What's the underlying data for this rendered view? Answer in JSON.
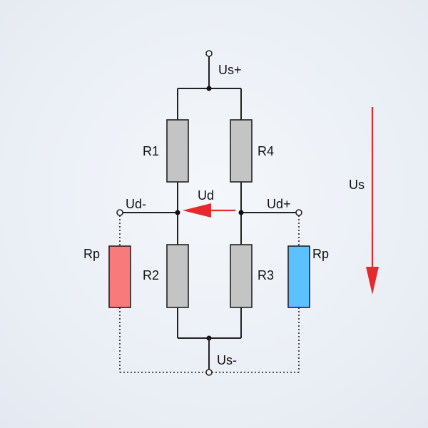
{
  "labels": {
    "us_plus": "Us+",
    "us_minus": "Us-",
    "ud_minus": "Ud-",
    "ud_plus": "Ud+",
    "ud": "Ud",
    "us": "Us",
    "r1": "R1",
    "r2": "R2",
    "r3": "R3",
    "r4": "R4",
    "rp_left": "Rp",
    "rp_right": "Rp"
  },
  "colors": {
    "resistor_fixed": "#c4c4c4",
    "resistor_rp_left": "#f97a7a",
    "resistor_rp_right": "#5cc2ff",
    "arrow": "#e8282f",
    "wire": "#222222"
  }
}
